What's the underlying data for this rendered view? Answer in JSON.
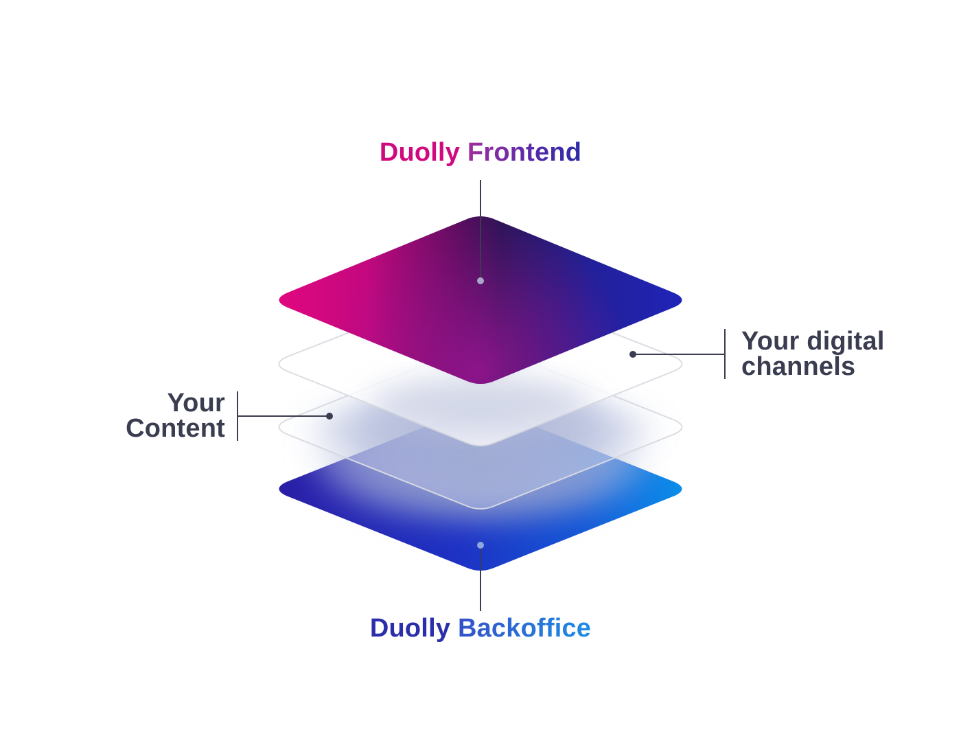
{
  "labels": {
    "top": {
      "word1": "Duolly",
      "word2": "Frontend"
    },
    "bottom": {
      "word1": "Duolly",
      "word2": "Backoffice"
    },
    "right": {
      "line1": "Your digital",
      "line2": "channels"
    },
    "left": {
      "line1": "Your",
      "line2": "Content"
    }
  },
  "colors": {
    "label_text": "#3a3d4f",
    "connector": "#3a3d4f",
    "frontend_pink": "#d1097e",
    "frontend_dark": "#2a1455",
    "frontend_blue": "#2323b0",
    "backoffice_indigo": "#2a20a6",
    "backoffice_blue": "#0f8ae8",
    "glass_outline": "#dcdde3"
  }
}
